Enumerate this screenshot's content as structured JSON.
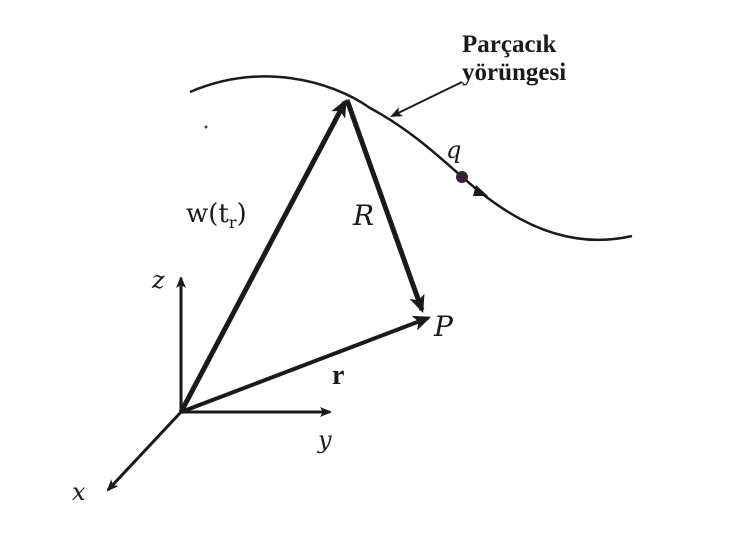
{
  "diagram": {
    "trajectory_title_line1": "Parçacık",
    "trajectory_title_line2": "yörüngesi",
    "label_charge": "q",
    "label_position_vector": "w(t",
    "label_position_subscript": "r",
    "label_position_close": ")",
    "label_separation": "R",
    "label_field_point": "P",
    "label_r": "r",
    "axis_z": "z",
    "axis_y": "y",
    "axis_x": "x"
  },
  "colors": {
    "ink": "#1a1a1a",
    "charge": "#3a1f3a",
    "background": "#ffffff"
  }
}
